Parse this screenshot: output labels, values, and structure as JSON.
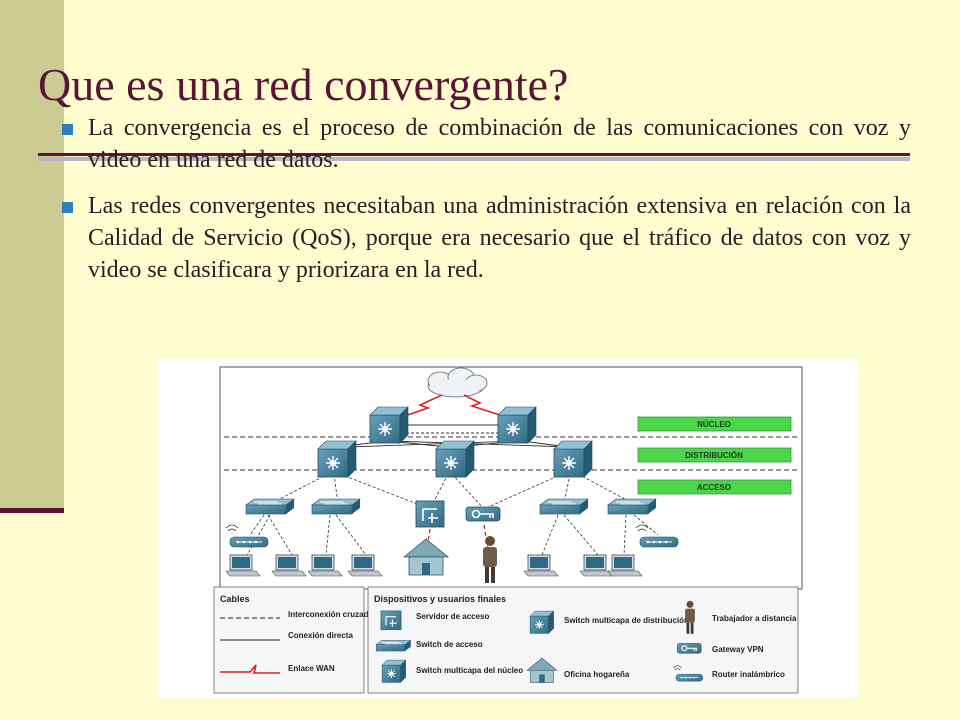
{
  "slide": {
    "title": "Que es una red convergente?",
    "bullets": [
      "La convergencia es el proceso de combinación de las comunicaciones con voz y video en una red de datos.",
      "Las redes convergentes necesitaban una administración extensiva en relación con la Calidad de Servicio (QoS), porque era necesario que el tráfico de datos con voz y video se clasificara y priorizara en la red."
    ]
  },
  "colors": {
    "background": "#fffdd0",
    "side_bar": "#cdcb94",
    "accent": "#5a1535",
    "bullet": "#2d7fbe",
    "layer_label": "#4cd64c",
    "wan_link": "#e02020"
  },
  "diagram": {
    "layers": [
      "NÚCLEO",
      "DISTRIBUCIÓN",
      "ACCESO"
    ],
    "legend": {
      "cables_title": "Cables",
      "cables": [
        "Interconexión cruzada",
        "Conexión directa",
        "Enlace WAN"
      ],
      "devices_title": "Dispositivos y usuarios finales",
      "devices": [
        "Servidor de acceso",
        "Switch de acceso",
        "Switch multicapa del núcleo",
        "Switch multicapa de distribución",
        "Oficina hogareña",
        "Trabajador a distancia",
        "Gateway VPN",
        "Router inalámbrico"
      ]
    }
  }
}
